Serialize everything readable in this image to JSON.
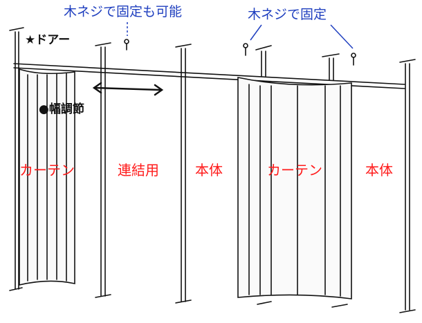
{
  "labels": {
    "screw_fix_possible": "木ネジで固定も可能",
    "screw_fix": "木ネジで固定",
    "door": "★ドアー",
    "width_adjust": "●幅調節",
    "panels": [
      "カーテン",
      "連結用",
      "本体",
      "カーテン",
      "本体"
    ]
  },
  "colors": {
    "annotation_blue": "#1f3fbf",
    "panel_label_red": "#ff1a1a",
    "line": "#111111"
  }
}
